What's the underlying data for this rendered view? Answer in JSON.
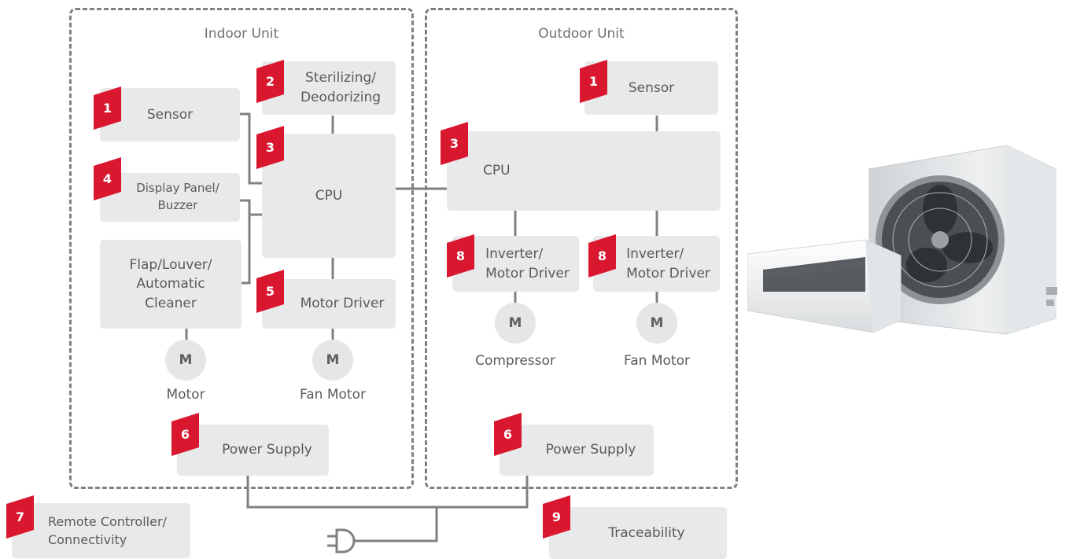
{
  "indoor": {
    "title": "Indoor Unit",
    "sensor": {
      "badge": "1",
      "label": "Sensor"
    },
    "sterilizing": {
      "badge": "2",
      "line1": "Sterilizing/",
      "line2": "Deodorizing"
    },
    "cpu": {
      "badge": "3",
      "label": "CPU"
    },
    "display": {
      "badge": "4",
      "line1": "Display Panel/",
      "line2": "Buzzer"
    },
    "flap": {
      "line1": "Flap/Louver/",
      "line2": "Automatic",
      "line3": "Cleaner"
    },
    "motor_driver": {
      "badge": "5",
      "label": "Motor Driver"
    },
    "motor": {
      "symbol": "M",
      "label": "Motor"
    },
    "fan_motor": {
      "symbol": "M",
      "label": "Fan Motor"
    },
    "power": {
      "badge": "6",
      "label": "Power Supply"
    }
  },
  "outdoor": {
    "title": "Outdoor Unit",
    "sensor": {
      "badge": "1",
      "label": "Sensor"
    },
    "cpu": {
      "badge": "3",
      "label": "CPU"
    },
    "inverter1": {
      "badge": "8",
      "line1": "Inverter/",
      "line2": "Motor Driver"
    },
    "inverter2": {
      "badge": "8",
      "line1": "Inverter/",
      "line2": "Motor Driver"
    },
    "compressor": {
      "symbol": "M",
      "label": "Compressor"
    },
    "fan_motor": {
      "symbol": "M",
      "label": "Fan Motor"
    },
    "power": {
      "badge": "6",
      "label": "Power Supply"
    }
  },
  "remote": {
    "badge": "7",
    "line1": "Remote Controller/",
    "line2": "Connectivity"
  },
  "traceability": {
    "badge": "9",
    "label": "Traceability"
  },
  "colors": {
    "badge": "#d9172f",
    "box": "#e8e9ea",
    "line": "#808080",
    "text": "#5a5a5a"
  },
  "icons": [
    "plug-icon",
    "air-conditioner-illustration"
  ]
}
